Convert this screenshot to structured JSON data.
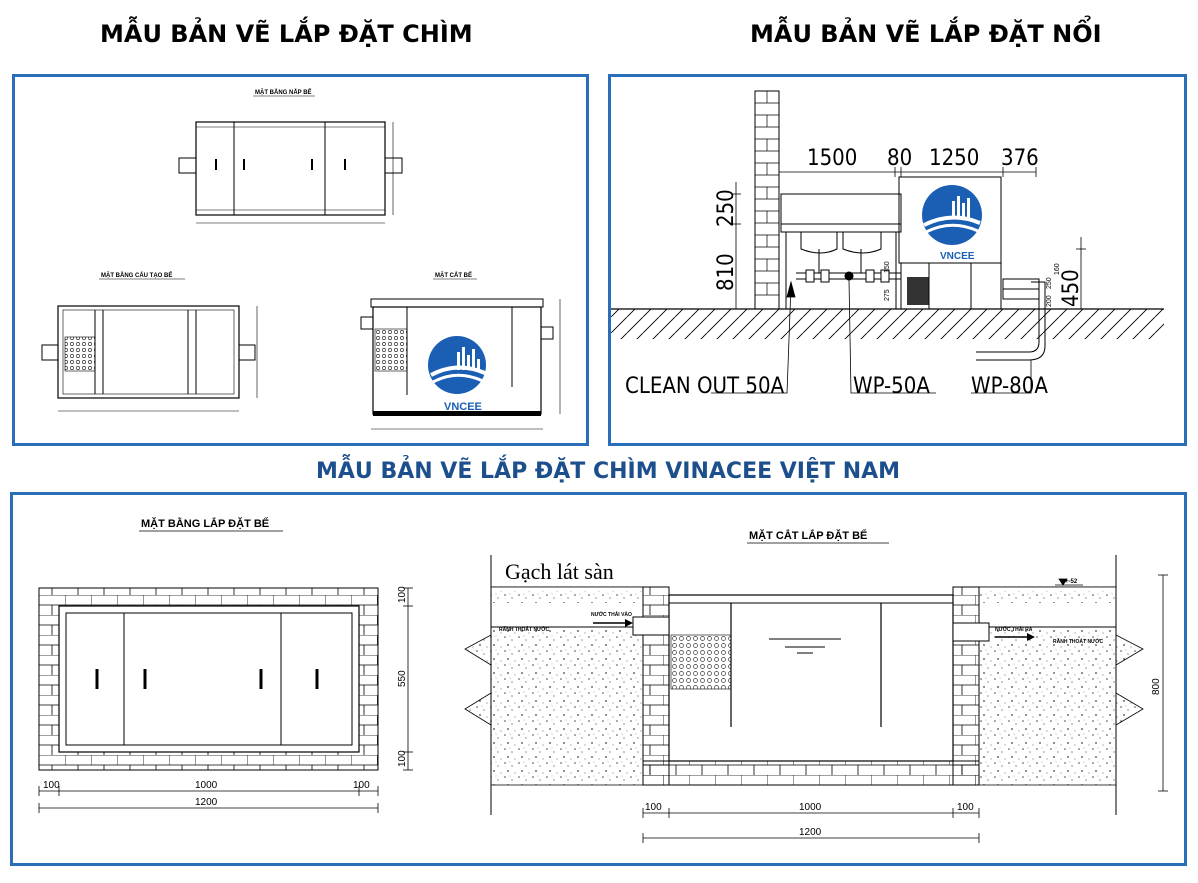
{
  "headings": {
    "top_left": "MẪU BẢN VẼ LẮP ĐẶT CHÌM",
    "top_right": "MẪU BẢN VẼ LẮP ĐẶT NỔI",
    "middle": "MẪU BẢN VẼ LẮP ĐẶT CHÌM VINACEE VIỆT NAM"
  },
  "colors": {
    "panel_border": "#2a6db8",
    "logo_blue": "#1a5fb4",
    "middle_heading": "#1d4f8c"
  },
  "panel1": {
    "lid_plan_label": "MẶT BẰNG NẮP BỂ",
    "structure_plan_label": "MẶT BẰNG CẤU TẠO BỂ",
    "section_label": "MẶT CẮT BỂ",
    "logo_text": "VNCEE"
  },
  "panel2": {
    "dims_top": [
      "1500",
      "80",
      "1250",
      "376"
    ],
    "dims_left": [
      "250",
      "810"
    ],
    "dims_right": [
      "450"
    ],
    "small_dims": [
      "275",
      "150",
      "250",
      "200",
      "160"
    ],
    "labels": [
      "CLEAN OUT 50A",
      "WP-50A",
      "WP-80A"
    ],
    "logo_text": "VNCEE"
  },
  "panel3": {
    "plan_label": "MẶT BẰNG LẮP ĐẶT BỂ",
    "section_label": "MẶT CẮT LẮP ĐẶT BỂ",
    "floor_label": "Gạch lát sàn",
    "plan_dims_right": [
      "100",
      "550",
      "100"
    ],
    "plan_dims_bottom": [
      "100",
      "1000",
      "100"
    ],
    "plan_total": "1200",
    "section_dims_bottom": [
      "100",
      "1000",
      "100"
    ],
    "section_total": "1200",
    "section_height": "800",
    "level_mark": "+-52",
    "inlet_pipe": "NƯỚC THẢI VÀO",
    "inlet_channel": "RÃNH THOÁT NƯỚC",
    "outlet_pipe": "NƯỚC THẢI RA",
    "outlet_channel": "RÃNH THOÁT NƯỚC"
  }
}
